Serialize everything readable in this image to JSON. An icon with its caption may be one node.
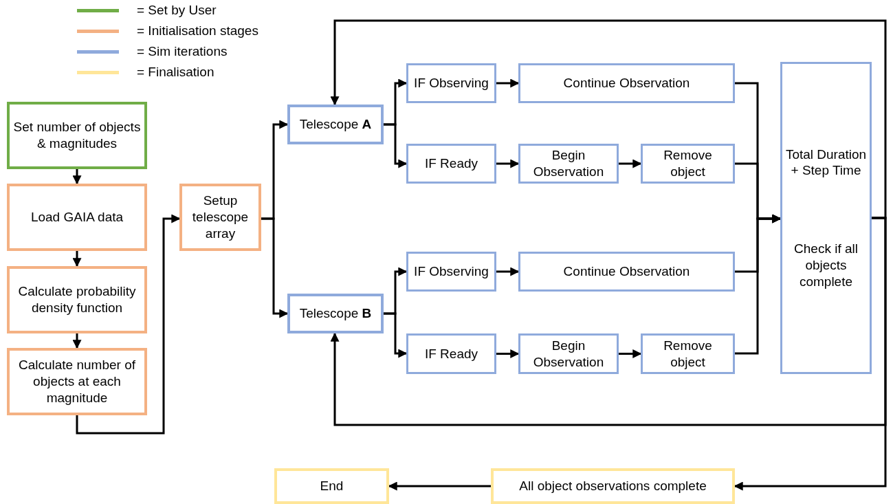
{
  "diagram": {
    "nodes": [
      {
        "text": [
          "Set number of objects & magnitudes"
        ]
      },
      {
        "text": [
          "Load GAIA data"
        ]
      },
      {
        "text": [
          "Calculate probability density function"
        ]
      },
      {
        "text": [
          "Calculate number of objects at each magnitude"
        ]
      },
      {
        "text": [
          "Setup telescope array"
        ]
      },
      {
        "text": [
          "Telescope **A**"
        ]
      },
      {
        "text": [
          "IF Observing"
        ]
      },
      {
        "text": [
          "Continue Observation"
        ]
      },
      {
        "text": [
          "IF Ready"
        ]
      },
      {
        "text": [
          "Begin Observation"
        ]
      },
      {
        "text": [
          "Remove object"
        ]
      },
      {
        "text": [
          "Telescope **B**"
        ]
      },
      {
        "text": [
          "IF Observing"
        ]
      },
      {
        "text": [
          "Continue Observation"
        ]
      },
      {
        "text": [
          "IF Ready"
        ]
      },
      {
        "text": [
          "Begin Observation"
        ]
      },
      {
        "text": [
          "Remove object"
        ]
      },
      {
        "text": [
          "Total Duration + Step Time",
          "Check if all objects complete"
        ]
      },
      {
        "text": [
          "End"
        ]
      },
      {
        "text": [
          "All object observations complete"
        ]
      }
    ],
    "edges": [
      {
        "from": 0,
        "to": 1,
        "arrow": "to"
      },
      {
        "from": 1,
        "to": 2,
        "arrow": "to"
      },
      {
        "from": 2,
        "to": 3,
        "arrow": "to"
      },
      {
        "from": 3,
        "to": 4,
        "arrow": "to"
      },
      {
        "from": 4,
        "to": 5,
        "arrow": "to"
      },
      {
        "from": 4,
        "to": 11,
        "arrow": "to"
      },
      {
        "from": 5,
        "to": 6,
        "arrow": "to"
      },
      {
        "from": 5,
        "to": 8,
        "arrow": "to"
      },
      {
        "from": 6,
        "to": 7,
        "arrow": "to"
      },
      {
        "from": 8,
        "to": 9,
        "arrow": "to"
      },
      {
        "from": 9,
        "to": 10,
        "arrow": "to"
      },
      {
        "from": 11,
        "to": 12,
        "arrow": "to"
      },
      {
        "from": 11,
        "to": 14,
        "arrow": "to"
      },
      {
        "from": 12,
        "to": 13,
        "arrow": "to"
      },
      {
        "from": 14,
        "to": 15,
        "arrow": "to"
      },
      {
        "from": 15,
        "to": 16,
        "arrow": "to"
      },
      {
        "from": 7,
        "to": 17,
        "arrow": "to"
      },
      {
        "from": 10,
        "to": 17,
        "arrow": "to"
      },
      {
        "from": 13,
        "to": 17,
        "arrow": "to"
      },
      {
        "from": 16,
        "to": 17,
        "arrow": "to"
      },
      {
        "from": 17,
        "to": 5,
        "arrow": "to"
      },
      {
        "from": 17,
        "to": 11,
        "arrow": "to"
      },
      {
        "from": 17,
        "to": 19,
        "arrow": "to"
      },
      {
        "from": 19,
        "to": 18,
        "arrow": "to"
      }
    ],
    "legend": [
      {
        "text": "= Set by User",
        "color": "#70ad47"
      },
      {
        "text": "= Initialisation stages",
        "color": "#f4b183"
      },
      {
        "text": "= Sim iterations",
        "color": "#8faadc"
      },
      {
        "text": "= Finalisation",
        "color": "#ffe699"
      }
    ]
  }
}
